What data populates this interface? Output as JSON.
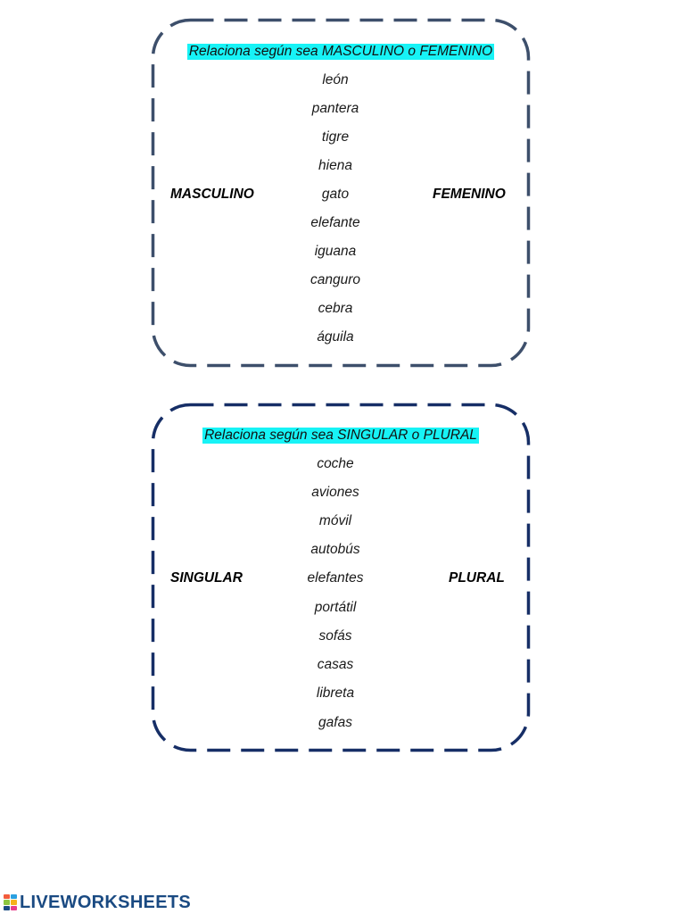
{
  "colors": {
    "highlight": "#17f3f6",
    "frame_1": "#3d4f6b",
    "frame_2": "#162e66",
    "logo_text": "#1a4a82",
    "logo_squares": [
      "#f25c3c",
      "#2ba0e0",
      "#8cc63f",
      "#f6b21b",
      "#1a4a82",
      "#e83e8c"
    ]
  },
  "exercise_1": {
    "title": "Relaciona según sea MASCULINO o FEMENINO",
    "left_category": "MASCULINO",
    "right_category": "FEMENINO",
    "words": [
      "león",
      "pantera",
      "tigre",
      "hiena",
      "gato",
      "elefante",
      "iguana",
      "canguro",
      "cebra",
      "águila"
    ]
  },
  "exercise_2": {
    "title": "Relaciona según sea SINGULAR o PLURAL",
    "left_category": "SINGULAR",
    "right_category": "PLURAL",
    "words": [
      "coche",
      "aviones",
      "móvil",
      "autobús",
      "elefantes",
      "portátil",
      "sofás",
      "casas",
      "libreta",
      "gafas"
    ]
  },
  "footer": {
    "brand": "LIVEWORKSHEETS",
    "logo_icon": "liveworksheets-logo-icon"
  }
}
